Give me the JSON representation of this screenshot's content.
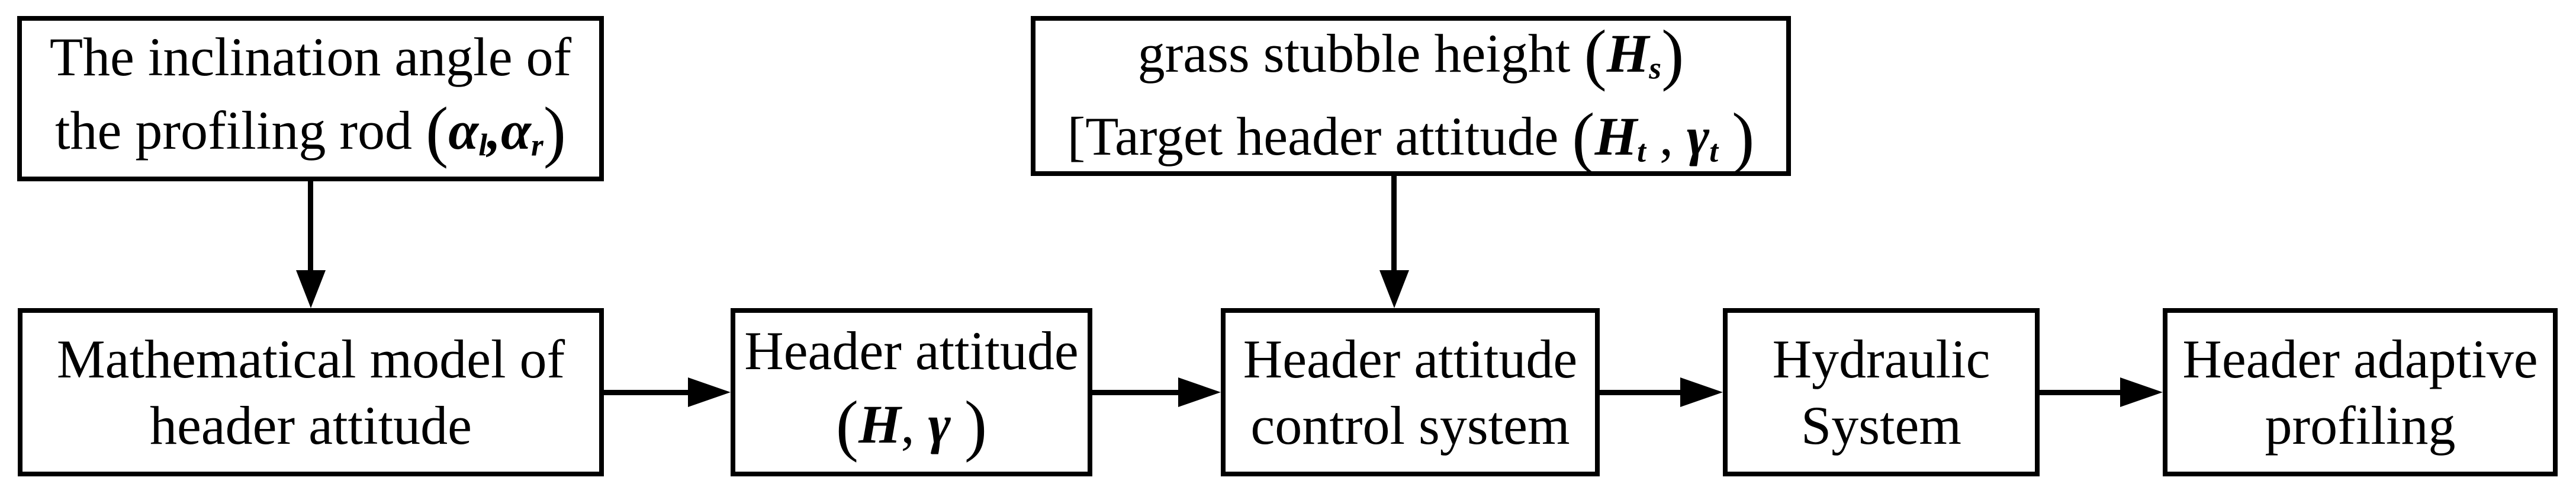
{
  "diagram": {
    "type": "flowchart",
    "colors": {
      "ink": "#000000",
      "background": "#ffffff",
      "box_fill": "#ffffff"
    },
    "boxes": [
      {
        "id": "inclination-angle",
        "lines": [
          {
            "parts": [
              {
                "t": "The inclination angle of",
                "s": "p"
              }
            ]
          },
          {
            "parts": [
              {
                "t": "the profiling rod ",
                "s": "p"
              },
              {
                "t": "(",
                "s": "par"
              },
              {
                "t": "α",
                "s": "bi"
              },
              {
                "t": "l",
                "s": "sub"
              },
              {
                "t": ",",
                "s": "bi"
              },
              {
                "t": "α",
                "s": "bi"
              },
              {
                "t": "r",
                "s": "sub"
              },
              {
                "t": ")",
                "s": "par"
              }
            ]
          }
        ]
      },
      {
        "id": "stubble-height",
        "lines": [
          {
            "parts": [
              {
                "t": "grass stubble height ",
                "s": "p"
              },
              {
                "t": "(",
                "s": "par"
              },
              {
                "t": "H",
                "s": "bi"
              },
              {
                "t": "s",
                "s": "sub"
              },
              {
                "t": ")",
                "s": "par"
              }
            ]
          },
          {
            "parts": [
              {
                "t": "[Target header attitude ",
                "s": "p"
              },
              {
                "t": "(",
                "s": "par"
              },
              {
                "t": "H",
                "s": "bi"
              },
              {
                "t": "t",
                "s": "sub"
              },
              {
                "t": " , ",
                "s": "p"
              },
              {
                "t": "γ",
                "s": "bi"
              },
              {
                "t": "t",
                "s": "sub"
              },
              {
                "t": " ",
                "s": "p"
              },
              {
                "t": ")",
                "s": "par"
              }
            ]
          }
        ]
      },
      {
        "id": "math-model",
        "lines": [
          {
            "parts": [
              {
                "t": "Mathematical model of",
                "s": "p"
              }
            ]
          },
          {
            "parts": [
              {
                "t": "header attitude",
                "s": "p"
              }
            ]
          }
        ]
      },
      {
        "id": "header-attitude",
        "lines": [
          {
            "parts": [
              {
                "t": "Header attitude",
                "s": "p"
              }
            ]
          },
          {
            "parts": [
              {
                "t": "(",
                "s": "par"
              },
              {
                "t": "H",
                "s": "bi"
              },
              {
                "t": ", ",
                "s": "p"
              },
              {
                "t": "γ",
                "s": "bi"
              },
              {
                "t": " ",
                "s": "p"
              },
              {
                "t": ")",
                "s": "par"
              }
            ]
          }
        ]
      },
      {
        "id": "control-system",
        "lines": [
          {
            "parts": [
              {
                "t": "Header attitude",
                "s": "p"
              }
            ]
          },
          {
            "parts": [
              {
                "t": "control system",
                "s": "p"
              }
            ]
          }
        ]
      },
      {
        "id": "hydraulic-system",
        "lines": [
          {
            "parts": [
              {
                "t": "Hydraulic",
                "s": "p"
              }
            ]
          },
          {
            "parts": [
              {
                "t": "System",
                "s": "p"
              }
            ]
          }
        ]
      },
      {
        "id": "adaptive-profiling",
        "lines": [
          {
            "parts": [
              {
                "t": "Header adaptive",
                "s": "p"
              }
            ]
          },
          {
            "parts": [
              {
                "t": "profiling",
                "s": "p"
              }
            ]
          }
        ]
      }
    ],
    "arrows": [
      {
        "from": "inclination-angle",
        "to": "math-model",
        "direction": "down"
      },
      {
        "from": "stubble-height",
        "to": "control-system",
        "direction": "down"
      },
      {
        "from": "math-model",
        "to": "header-attitude",
        "direction": "right"
      },
      {
        "from": "header-attitude",
        "to": "control-system",
        "direction": "right"
      },
      {
        "from": "control-system",
        "to": "hydraulic-system",
        "direction": "right"
      },
      {
        "from": "hydraulic-system",
        "to": "adaptive-profiling",
        "direction": "right"
      }
    ]
  }
}
